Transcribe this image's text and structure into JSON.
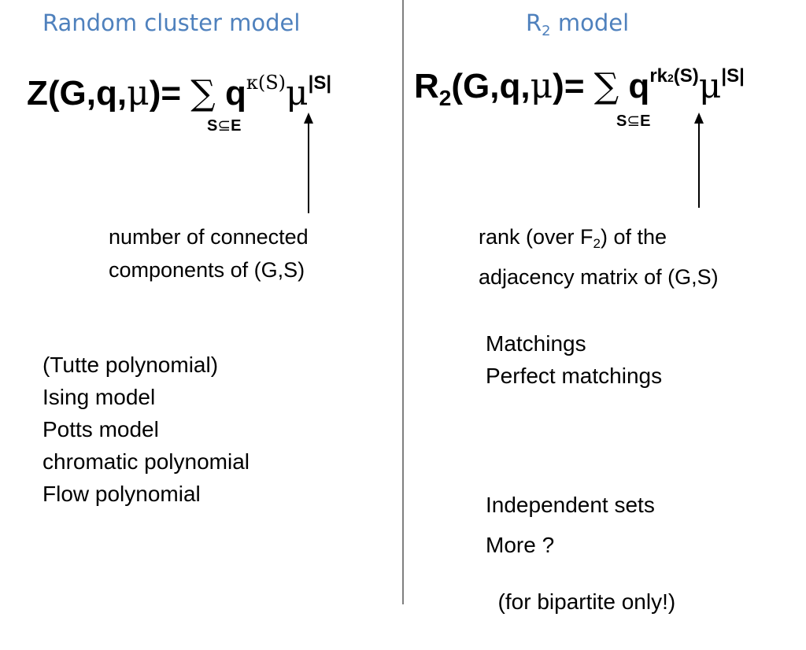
{
  "left": {
    "heading": "Random cluster model",
    "formula": {
      "lhs": "Z(G,q,",
      "mu": "μ",
      "close": ")=",
      "sigma": "∑",
      "q": "q",
      "exp1": "κ(S)",
      "mu2": "μ",
      "exp2": "|S|",
      "under_s": "S",
      "under_subset": "⊆",
      "under_e": "E"
    },
    "note": [
      "number of connected",
      "components of (G,S)"
    ],
    "list": [
      "(Tutte polynomial)",
      "Ising model",
      "Potts model",
      "chromatic polynomial",
      "Flow polynomial"
    ]
  },
  "right": {
    "heading_main": "R",
    "heading_sub": "2",
    "heading_rest": " model",
    "formula": {
      "r": "R",
      "r_sub": "2",
      "lhs": "(G,q,",
      "mu": "μ",
      "close": ")=",
      "sigma": "∑",
      "q": "q",
      "exp_rk": "rk",
      "exp_rk_sub": "2",
      "exp_s": "(S)",
      "mu2": "μ",
      "exp2": "|S|",
      "under_s": "S",
      "under_subset": "⊆",
      "under_e": "E"
    },
    "note_line1_a": "rank (over F",
    "note_line1_sub": "2",
    "note_line1_b": ") of the",
    "note_line2": "adjacency matrix of (G,S)",
    "list1": [
      "Matchings",
      "Perfect matchings"
    ],
    "list2": [
      "Independent sets",
      "  (for bipartite only!)"
    ],
    "list3": [
      "More ?"
    ]
  }
}
